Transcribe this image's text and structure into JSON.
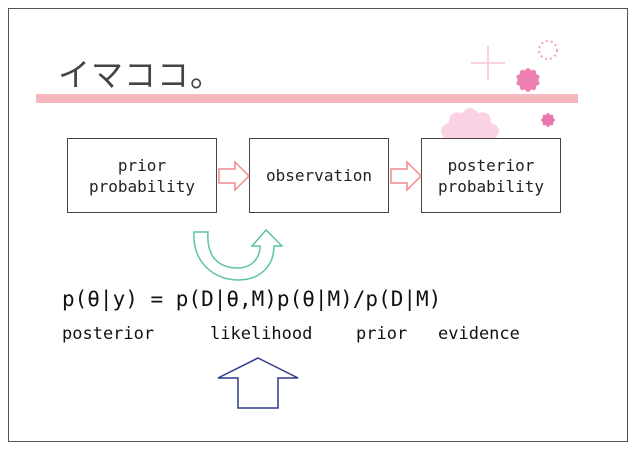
{
  "slide": {
    "title": "イマココ。",
    "boxes": {
      "prior": "prior probability",
      "observation": "observation",
      "posterior": "posterior probability"
    },
    "formula": "p(θ|y) = p(D|θ,M)p(θ|M)/p(D|M)",
    "terms": {
      "posterior": "posterior",
      "likelihood": "likelihood",
      "prior": "prior",
      "evidence": "evidence"
    },
    "colors": {
      "title_bar": "#f5b8bf",
      "flow_arrow": "#f08c8c",
      "cycle_arrow": "#5cc4a0",
      "up_arrow": "#2e3a8c"
    }
  }
}
